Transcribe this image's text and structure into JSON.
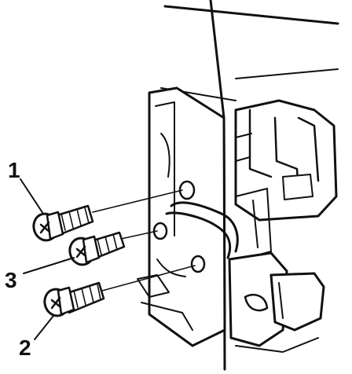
{
  "diagram": {
    "colors": {
      "ink": "#111111",
      "paper": "#ffffff"
    },
    "callouts": [
      {
        "id": "1",
        "label": "1",
        "part": "upper-screw"
      },
      {
        "id": "2",
        "label": "2",
        "part": "lower-screw"
      },
      {
        "id": "3",
        "label": "3",
        "part": "middle-screw"
      }
    ]
  }
}
